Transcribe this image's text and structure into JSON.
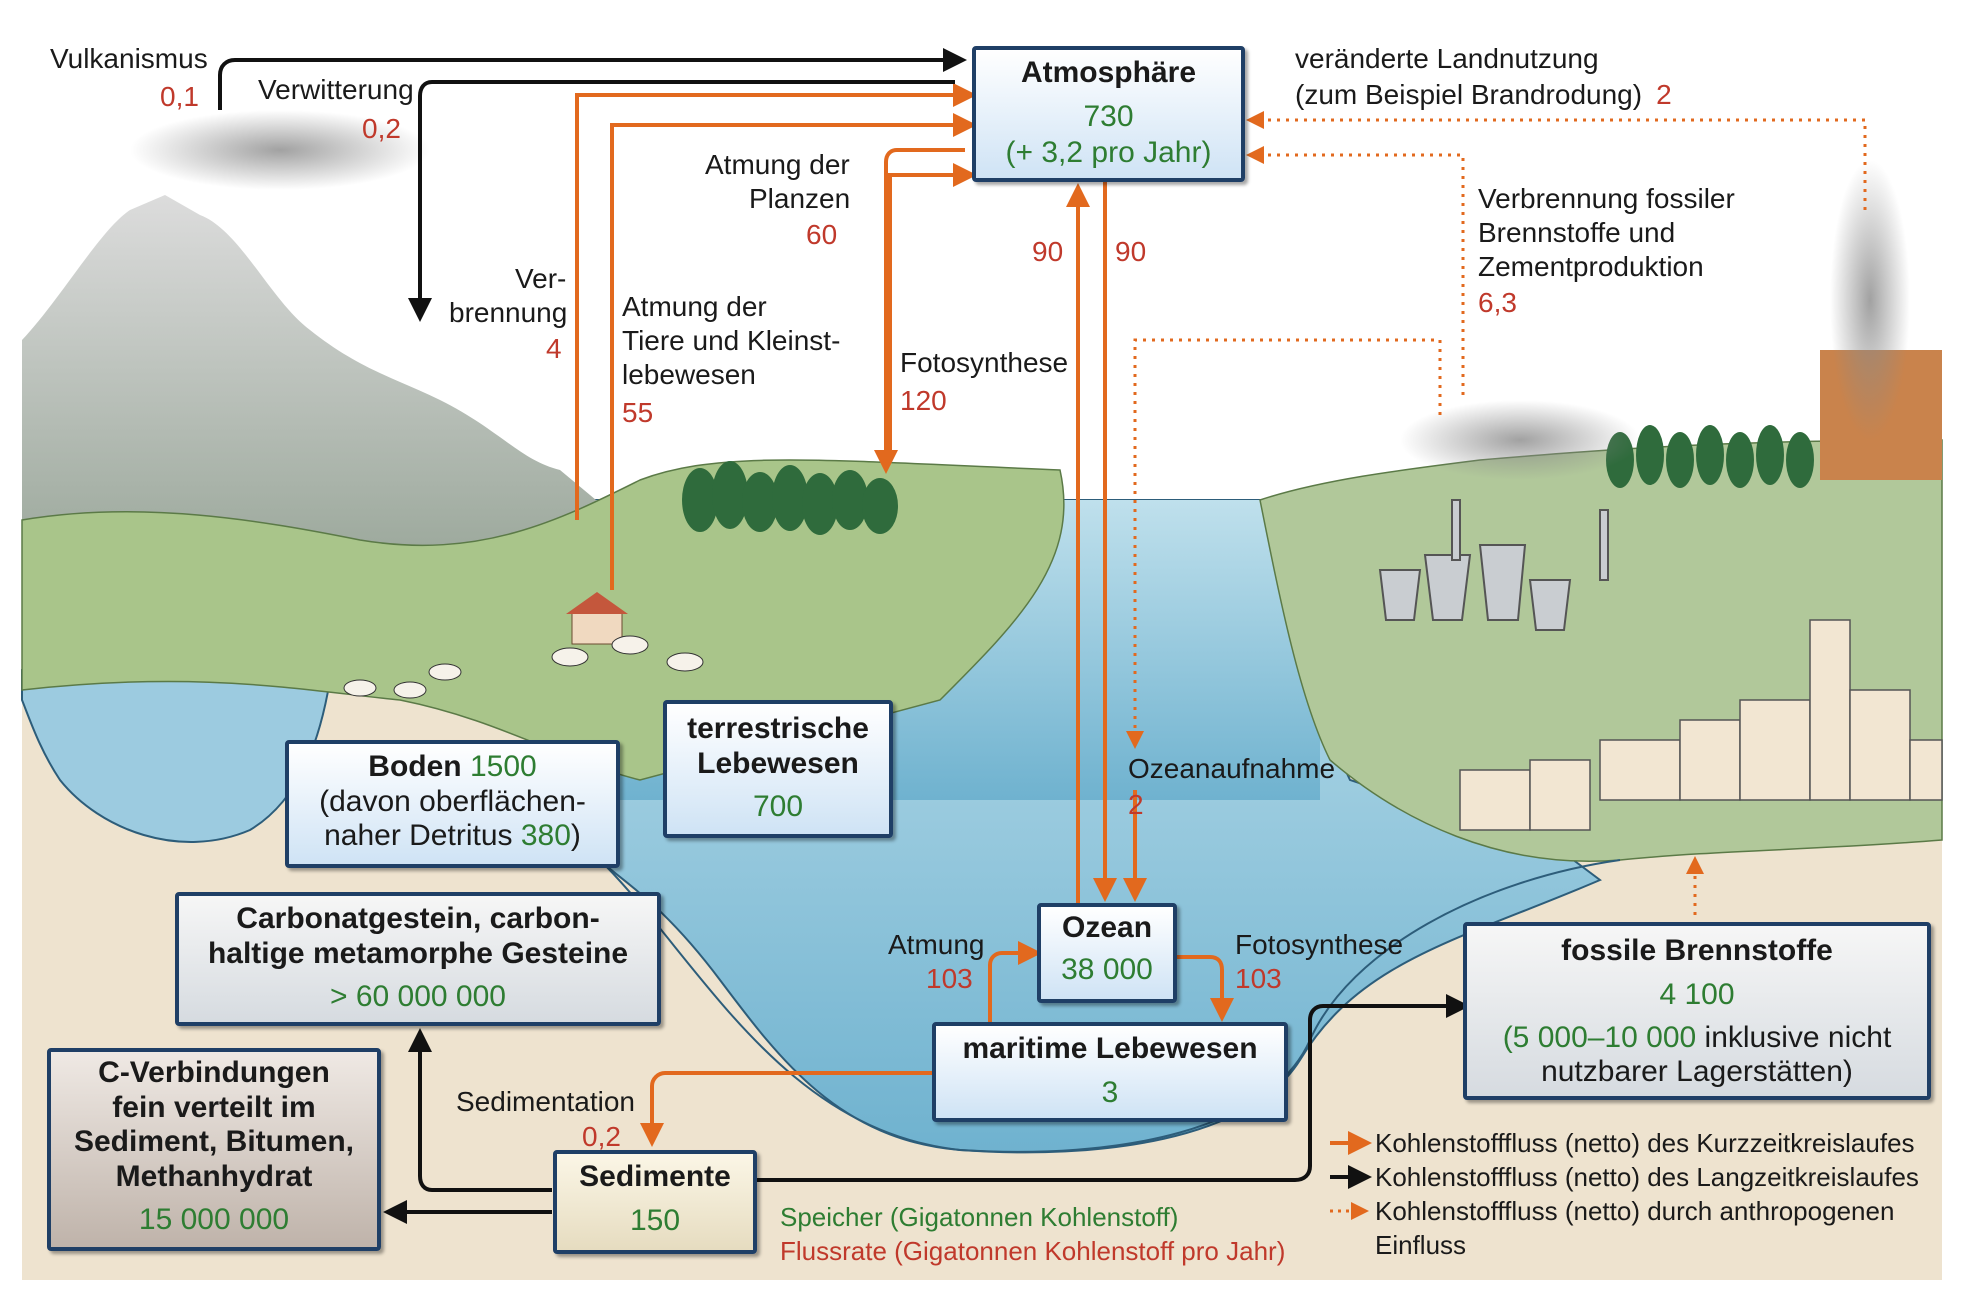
{
  "boxes": {
    "atmosphere": {
      "title": "Atmosphäre",
      "value": "730",
      "note": "(+ 3,2 pro Jahr)"
    },
    "soil": {
      "title": "Boden",
      "value": "1500",
      "line2": "(davon oberflächen-",
      "line3a": "naher Detritus ",
      "line3b": "380",
      "line3c": ")"
    },
    "terrestrial": {
      "title1": "terrestrische",
      "title2": "Lebewesen",
      "value": "700"
    },
    "carbonate": {
      "title1": "Carbonatgestein, carbon-",
      "title2": "haltige metamorphe Gesteine",
      "value": "> 60 000 000"
    },
    "cfine": {
      "title1": "C-Verbindungen",
      "title2": "fein verteilt im",
      "title3": "Sediment, Bitumen,",
      "title4": "Methanhydrat",
      "value": "15 000 000"
    },
    "sediments": {
      "title": "Sedimente",
      "value": "150"
    },
    "ocean": {
      "title": "Ozean",
      "value": "38 000"
    },
    "marine": {
      "title": "maritime Lebewesen",
      "value": "3"
    },
    "fossil": {
      "title": "fossile Brennstoffe",
      "value": "4 100",
      "line2a": "(5 000–10 000 ",
      "line2b": "inklusive nicht",
      "line3": "nutzbarer Lagerstätten)"
    }
  },
  "flows": {
    "volcanism": {
      "label": "Vulkanismus",
      "value": "0,1"
    },
    "weathering": {
      "label": "Verwitterung",
      "value": "0,2"
    },
    "combustion": {
      "label1": "Ver-",
      "label2": "brennung",
      "value": "4"
    },
    "plant_resp": {
      "label1": "Atmung der",
      "label2": "Planzen",
      "value": "60"
    },
    "animal_resp": {
      "label1": "Atmung der",
      "label2": "Tiere und Kleinst-",
      "label3": "lebewesen",
      "value": "55"
    },
    "photosynthesis_land": {
      "label": "Fotosynthese",
      "value": "120"
    },
    "ocean_up": {
      "value": "90"
    },
    "ocean_down": {
      "value": "90"
    },
    "land_use": {
      "label1": "veränderte Landnutzung",
      "label2": "(zum Beispiel Brandrodung)",
      "value": "2"
    },
    "fossil_burning": {
      "label1": "Verbrennung fossiler",
      "label2": "Brennstoffe und",
      "label3": "Zementproduktion",
      "value": "6,3"
    },
    "ocean_uptake": {
      "label": "Ozeanaufnahme",
      "value": "2"
    },
    "marine_resp": {
      "label": "Atmung",
      "value": "103"
    },
    "marine_photo": {
      "label": "Fotosynthese",
      "value": "103"
    },
    "sedimentation": {
      "label": "Sedimentation",
      "value": "0,2"
    }
  },
  "key": {
    "storage": "Speicher (Gigatonnen Kohlenstoff)",
    "flux_rate": "Flussrate (Gigatonnen Kohlenstoff pro Jahr)",
    "short_cycle": "Kohlenstofffluss (netto) des Kurzzeitkreislaufes",
    "long_cycle": "Kohlenstofffluss (netto) des Langzeitkreislaufes",
    "anthro1": "Kohlenstofffluss (netto) durch anthropogenen",
    "anthro2": "Einfluss"
  },
  "colors": {
    "short_cycle": "#e2691e",
    "long_cycle": "#111111",
    "flux_text": "#c0392b",
    "storage_text": "#2e7d32",
    "box_border": "#1f3f66"
  }
}
